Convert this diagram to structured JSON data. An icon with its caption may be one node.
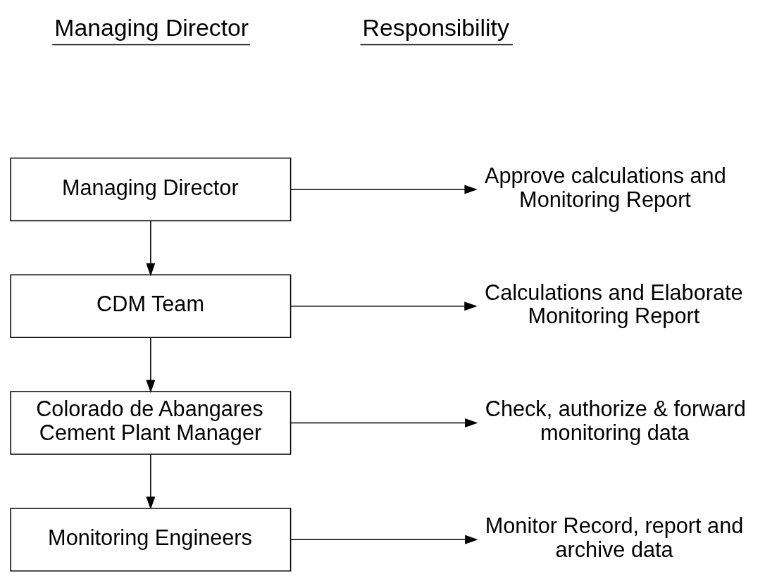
{
  "diagram": {
    "nodes": [
      {
        "text": [
          "Managing Director"
        ]
      },
      {
        "text": [
          "CDM Team"
        ]
      },
      {
        "text": [
          "Colorado de Abangares Cement Plant Manager"
        ]
      },
      {
        "text": [
          "Monitoring Engineers"
        ]
      },
      {
        "text": [
          "Approve calculations and Monitoring Report"
        ]
      },
      {
        "text": [
          "Calculations and Elaborate Monitoring Report"
        ]
      },
      {
        "text": [
          "Check, authorize & forward monitoring data"
        ]
      },
      {
        "text": [
          "Monitor Record, report and archive data"
        ]
      }
    ],
    "edges": [
      {
        "from": 0,
        "to": 4,
        "arrow": "to"
      },
      {
        "from": 0,
        "to": 1,
        "arrow": "to"
      },
      {
        "from": 1,
        "to": 5,
        "arrow": "to"
      },
      {
        "from": 1,
        "to": 2,
        "arrow": "to"
      },
      {
        "from": 2,
        "to": 6,
        "arrow": "to"
      },
      {
        "from": 2,
        "to": 3,
        "arrow": "to"
      },
      {
        "from": 3,
        "to": 7,
        "arrow": "to"
      }
    ],
    "labels": [
      "Managing Director",
      "Responsibility"
    ]
  }
}
